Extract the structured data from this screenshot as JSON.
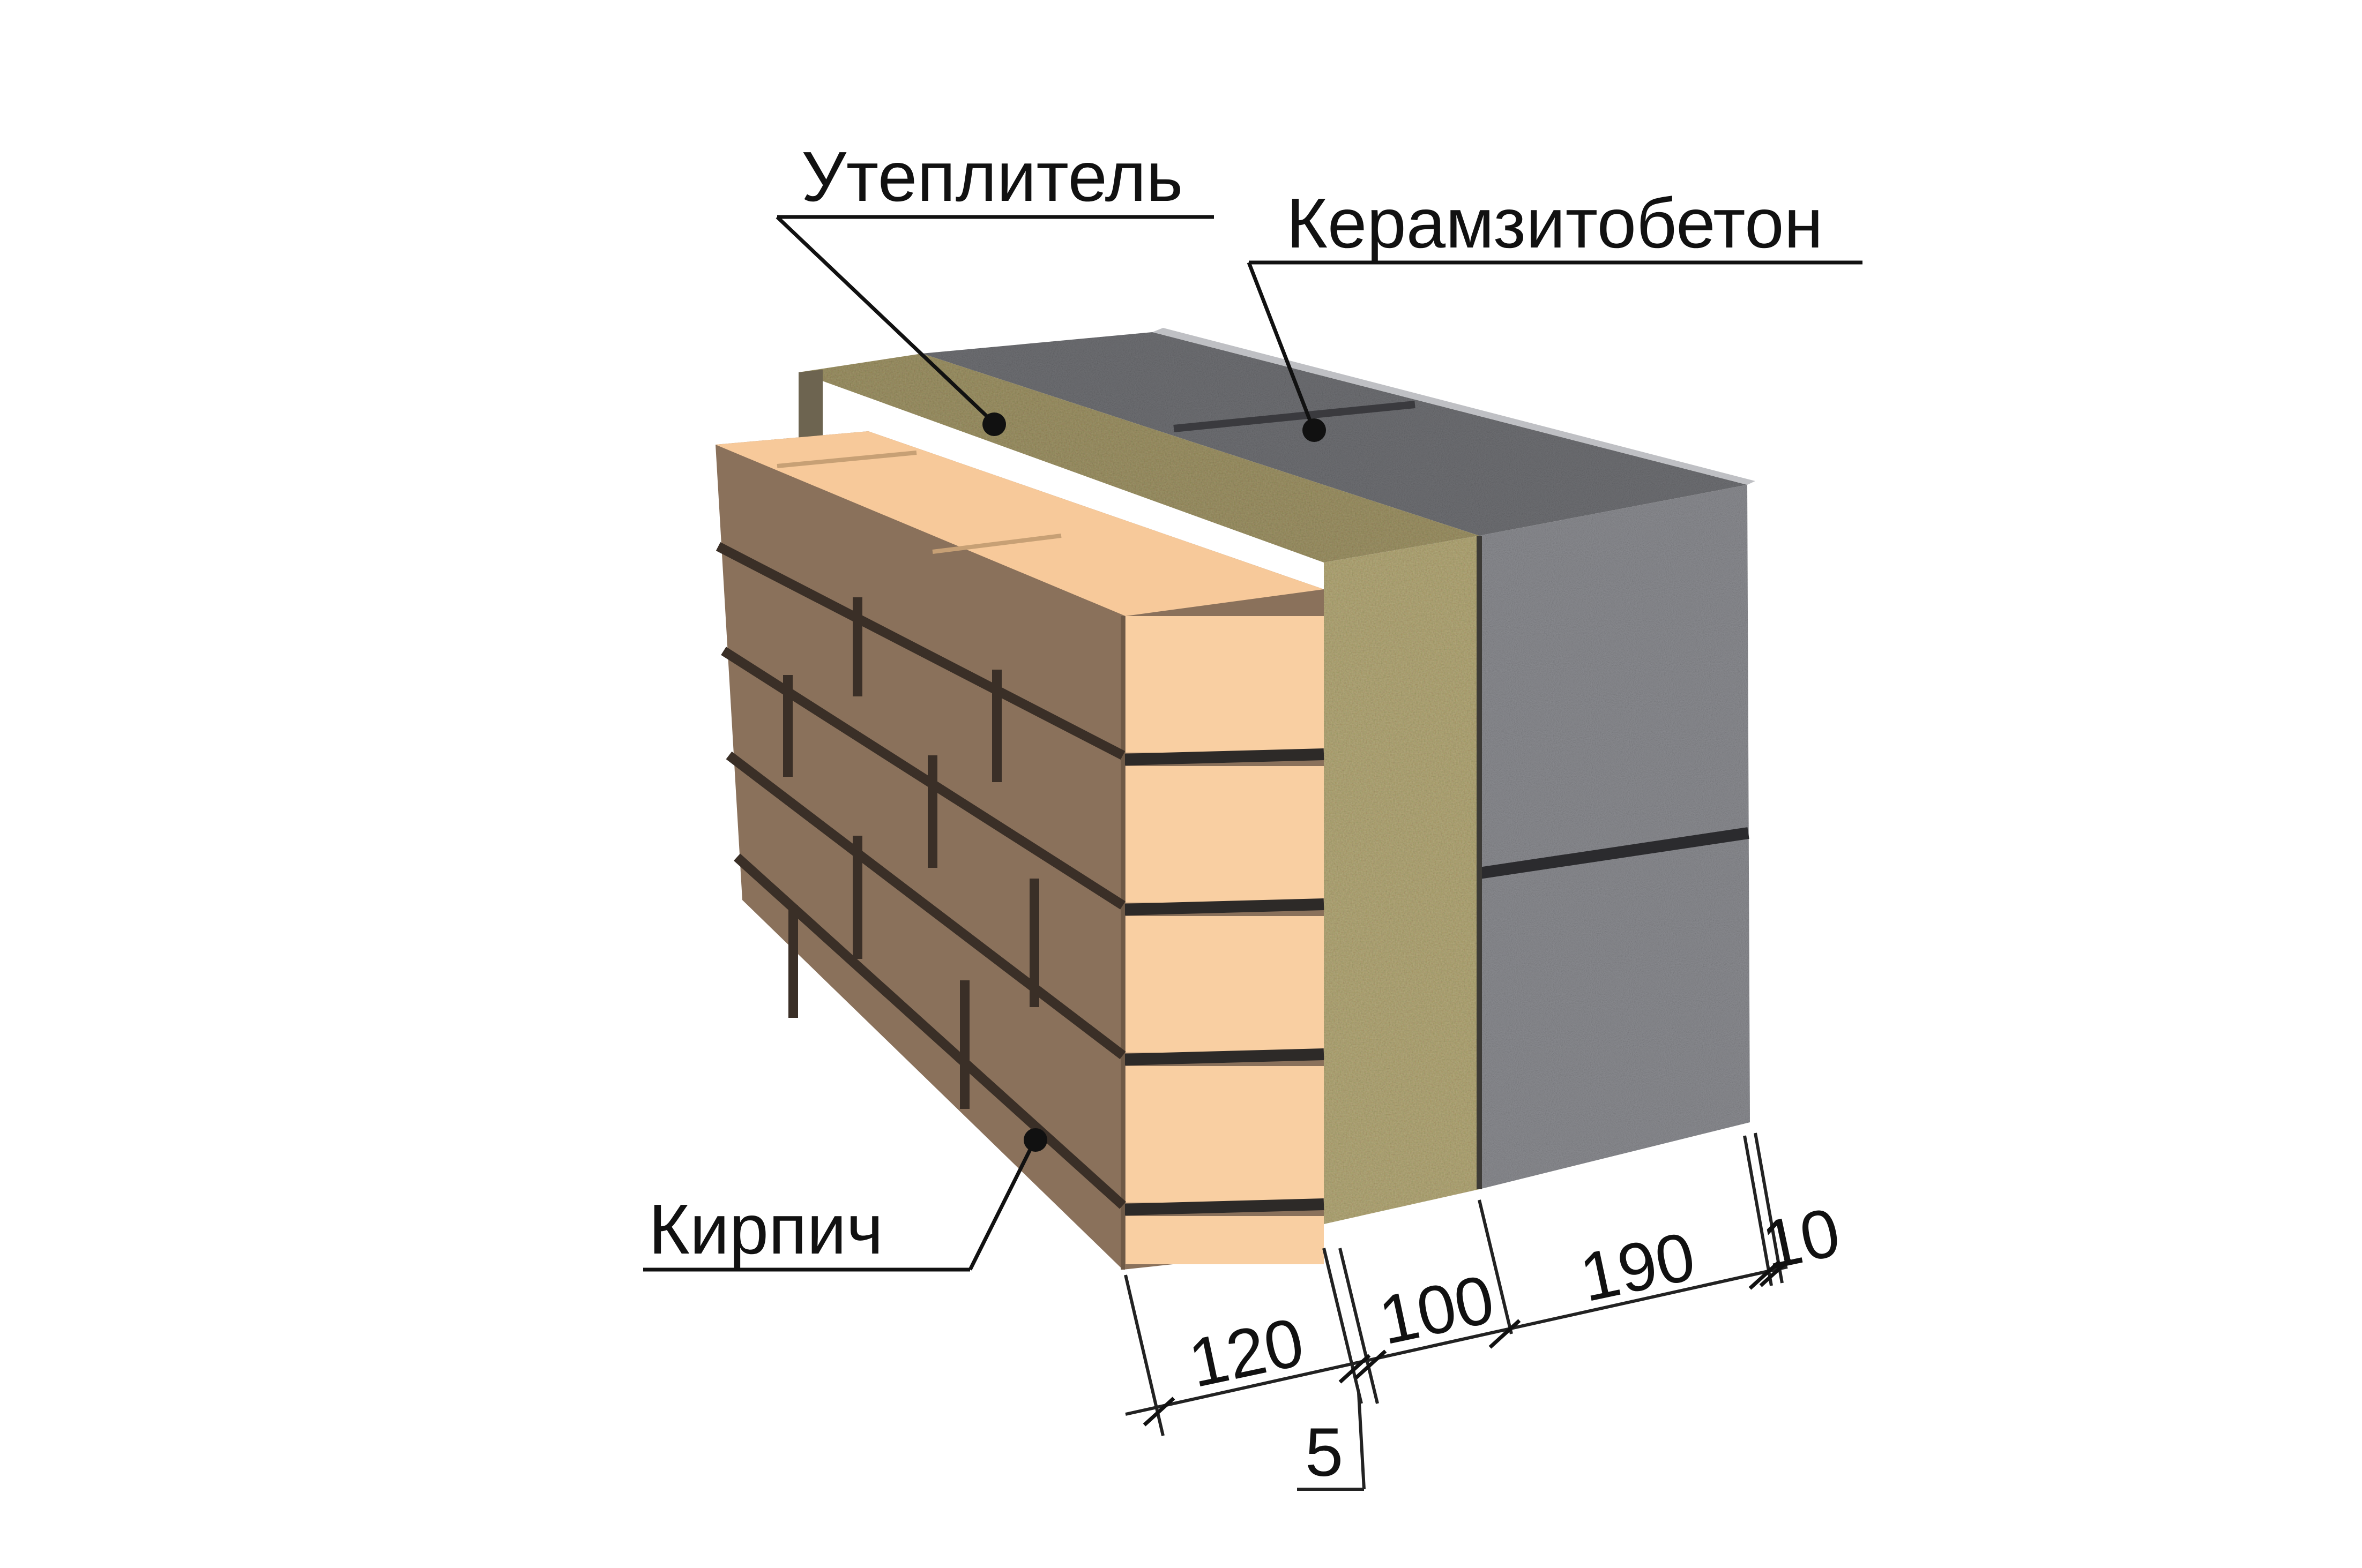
{
  "callouts": {
    "insulation": "Утеплитель",
    "clay_concrete": "Керамзитобетон",
    "brick": "Кирпич"
  },
  "dimensions": {
    "brick": "120",
    "insulation": "100",
    "block": "190",
    "plaster": "10",
    "gap": "5"
  },
  "colors": {
    "brick_face": "#f7cfa0",
    "brick_side": "#8c735d",
    "insulation": "#a59b6f",
    "concrete": "#7b7c80",
    "mortar": "#2d2a28"
  }
}
